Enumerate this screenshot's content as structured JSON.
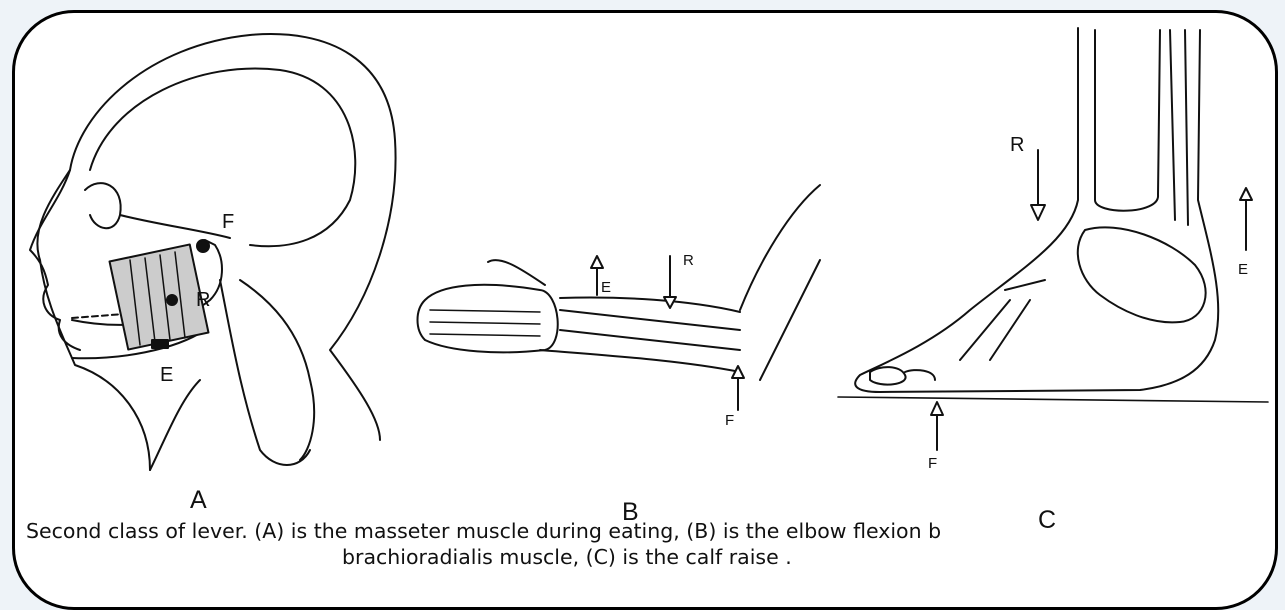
{
  "panels": {
    "A": {
      "letter": "A",
      "F": "F",
      "R": "R",
      "E": "E"
    },
    "B": {
      "letter": "B",
      "E": "E",
      "R": "R",
      "F": "F"
    },
    "C": {
      "letter": "C",
      "R": "R",
      "E": "E",
      "F": "F"
    }
  },
  "caption": {
    "line1": "Second class of lever. (A) is the  masseter muscle during eating, (B) is the elbow flexion b",
    "line2": "brachioradialis muscle, (C) is the calf raise ."
  }
}
